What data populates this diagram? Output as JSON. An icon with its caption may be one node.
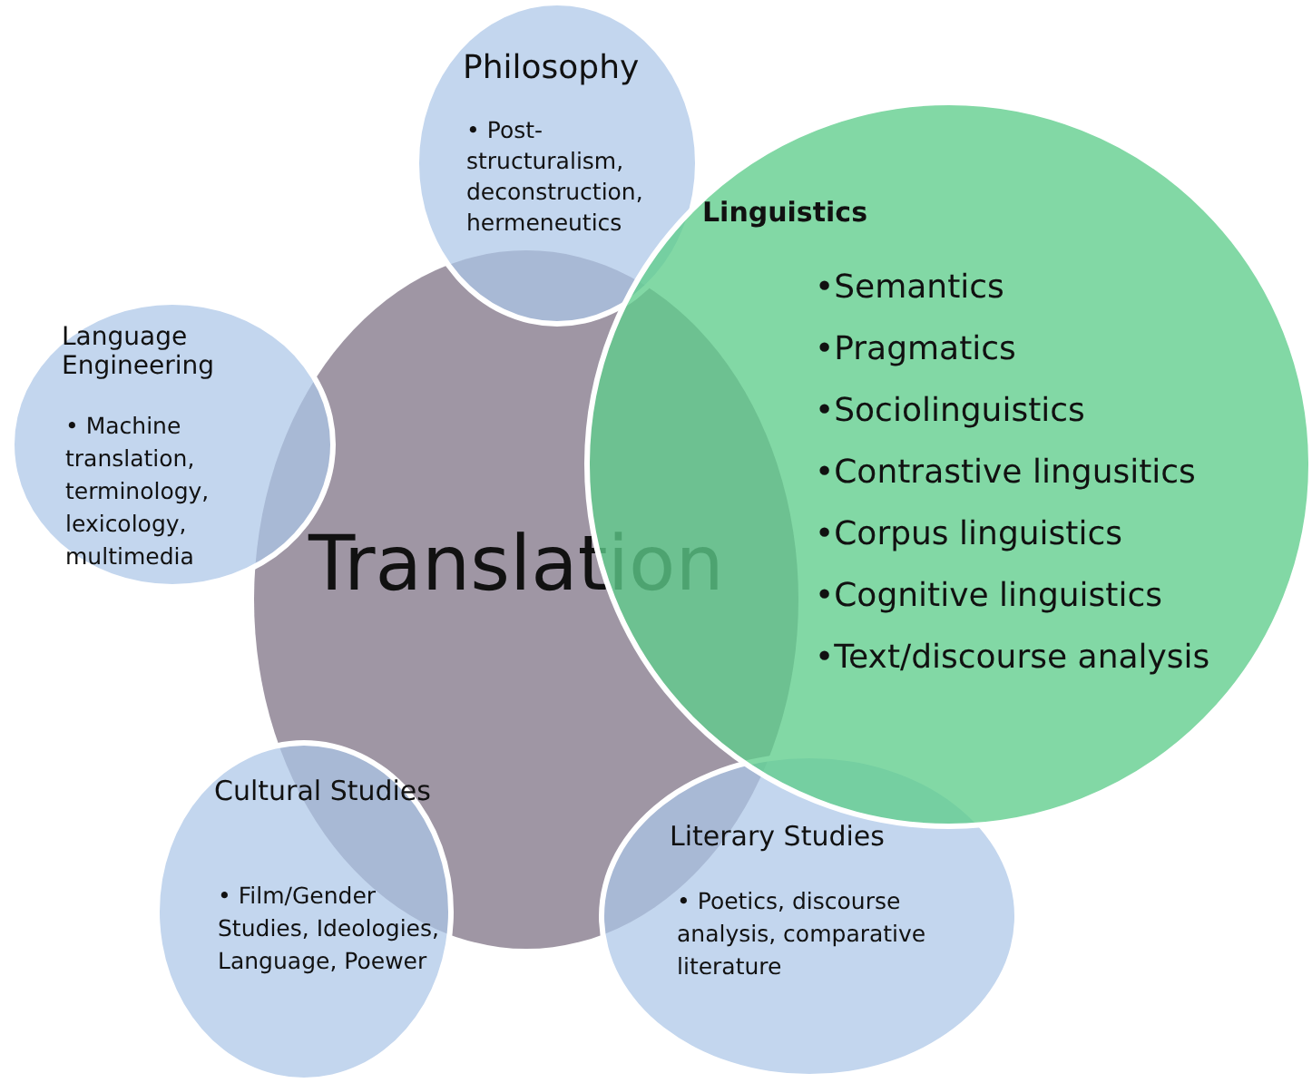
{
  "diagram": {
    "nodes": [
      {
        "text": [
          "Philosophy",
          "• Post-structuralism, deconstruction, hermeneutics"
        ]
      },
      {
        "text": [
          "Linguistics",
          "•Semantics",
          "•Pragmatics",
          "•Sociolinguistics",
          "•Contrastive lingusitics",
          "•Corpus linguistics",
          "•Cognitive linguistics",
          "•Text/discourse analysis"
        ]
      },
      {
        "text": [
          "Language Engineering",
          "• Machine translation, terminology, lexicology, multimedia"
        ]
      },
      {
        "text": [
          "Translation"
        ]
      },
      {
        "text": [
          "Cultural Studies",
          "• Film/Gender Studies, Ideologies, Language, Poewer"
        ]
      },
      {
        "text": [
          "Literary Studies",
          "• Poetics, discourse analysis, comparative literature"
        ]
      }
    ]
  }
}
